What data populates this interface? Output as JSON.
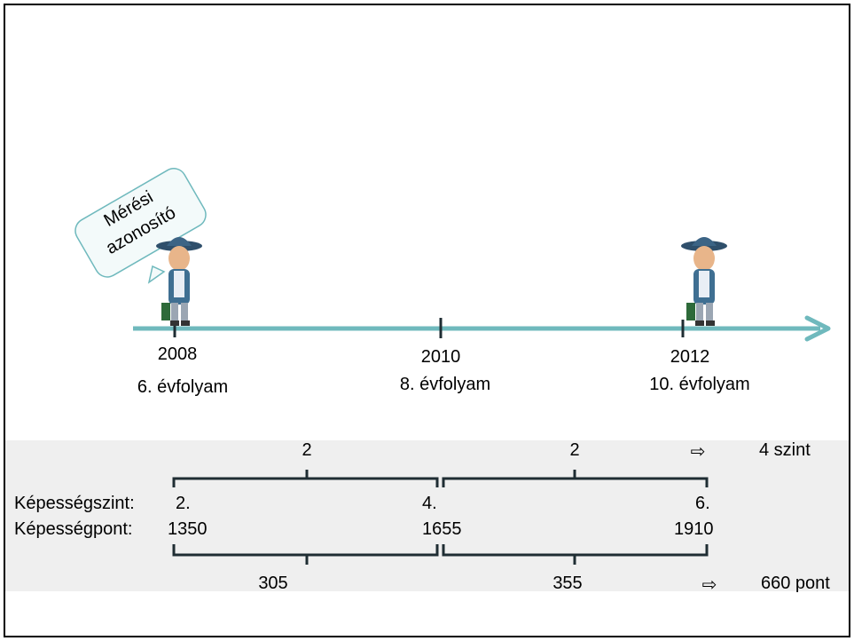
{
  "callout": {
    "line1": "Mérési",
    "line2": "azonosító"
  },
  "timeline": [
    {
      "year": "2008",
      "grade": "6. évfolyam"
    },
    {
      "year": "2010",
      "grade": "8. évfolyam"
    },
    {
      "year": "2012",
      "grade": "10. évfolyam"
    }
  ],
  "levels": {
    "label": "Képességszint:",
    "values": [
      "2.",
      "4.",
      "6."
    ],
    "gains": [
      "2",
      "2"
    ],
    "total_arrow": "⇨",
    "total": "4 szint"
  },
  "points": {
    "label": "Képességpont:",
    "values": [
      "1350",
      "1655",
      "1910"
    ],
    "gains": [
      "305",
      "355"
    ],
    "total_arrow": "⇨",
    "total": "660 pont"
  },
  "colors": {
    "timeline": "#6fb9bd",
    "band": "#efefef",
    "bracket": "#1f2d33",
    "figure_body": "#3f6f92"
  }
}
